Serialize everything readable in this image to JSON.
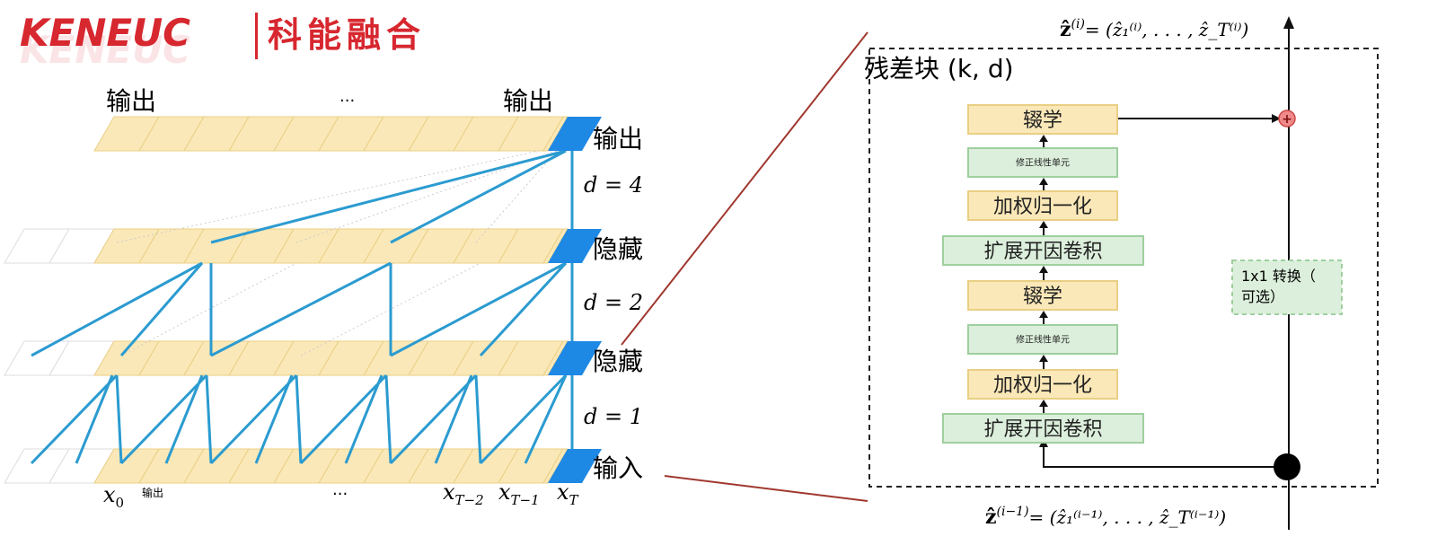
{
  "logo": {
    "brand_en": "KENEUC",
    "brand_cn": "科能融合",
    "color": "#d7272f"
  },
  "left": {
    "top_labels": [
      "输出",
      "···",
      "输出"
    ],
    "layer_labels": {
      "output": "输出",
      "hidden2": "隐藏",
      "hidden1": "隐藏",
      "input": "输入"
    },
    "dilations": [
      "d = 4",
      "d = 2",
      "d = 1"
    ],
    "bottom_labels": {
      "x0": "x",
      "x0_sub": "0",
      "small": "输出",
      "dots": "···",
      "xT2": "x",
      "xT2_sub": "T−2",
      "xT1": "x",
      "xT1_sub": "T−1",
      "xT": "x",
      "xT_sub": "T"
    }
  },
  "block": {
    "title": "残差块 (k, d)",
    "top_formula": {
      "lhs": "ẑ",
      "lhs_sup": "(i)",
      "rhs": "= (ẑ₁⁽ⁱ⁾, . . . , ẑ_T⁽ⁱ⁾)"
    },
    "bottom_formula": {
      "lhs": "ẑ",
      "lhs_sup": "(i−1)",
      "rhs": "= (ẑ₁⁽ⁱ⁻¹⁾, . . . , ẑ_T⁽ⁱ⁻¹⁾)"
    },
    "stack": [
      "辍学",
      "修正线性单元",
      "加权归一化",
      "扩展开因卷积",
      "辍学",
      "修正线性单元",
      "加权归一化",
      "扩展开因卷积"
    ],
    "conv1x1": [
      "1x1 转换（",
      "可选）"
    ],
    "plus": "+"
  },
  "colors": {
    "cell": "#fbe8b8",
    "cell_border": "#e9cf84",
    "blue": "#1e88e5",
    "line": "#2b9bd0",
    "green": "#dcefdc",
    "green_border": "#9fcf9f",
    "plus": "#f08a8a",
    "connector": "#a0382f"
  }
}
